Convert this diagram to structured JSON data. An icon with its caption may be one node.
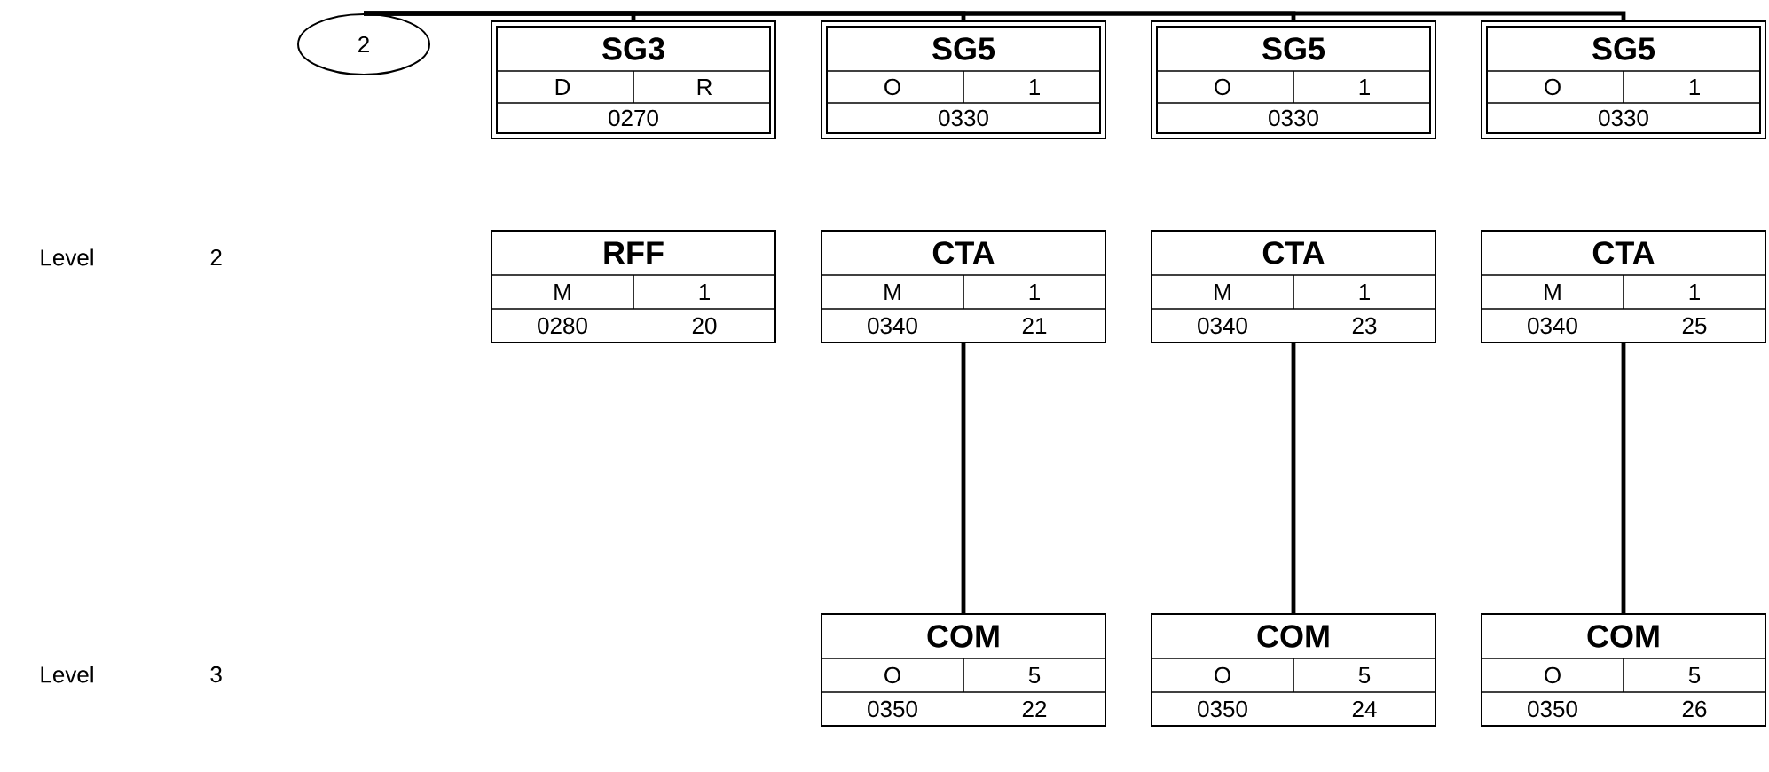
{
  "diagram": {
    "nodes": [
      {
        "text": [
          "2"
        ]
      },
      {
        "text": [
          "SG3",
          "D",
          "R",
          "0270"
        ]
      },
      {
        "text": [
          "SG5",
          "O",
          "1",
          "0330"
        ]
      },
      {
        "text": [
          "SG5",
          "O",
          "1",
          "0330"
        ]
      },
      {
        "text": [
          "SG5",
          "O",
          "1",
          "0330"
        ]
      },
      {
        "text": [
          "RFF",
          "M",
          "1",
          "0280",
          "20"
        ]
      },
      {
        "text": [
          "CTA",
          "M",
          "1",
          "0340",
          "21"
        ]
      },
      {
        "text": [
          "CTA",
          "M",
          "1",
          "0340",
          "23"
        ]
      },
      {
        "text": [
          "CTA",
          "M",
          "1",
          "0340",
          "25"
        ]
      },
      {
        "text": [
          "COM",
          "O",
          "5",
          "0350",
          "22"
        ]
      },
      {
        "text": [
          "COM",
          "O",
          "5",
          "0350",
          "24"
        ]
      },
      {
        "text": [
          "COM",
          "O",
          "5",
          "0350",
          "26"
        ]
      }
    ],
    "edges": [
      {
        "from": 0,
        "to": 1,
        "arrow": "none"
      },
      {
        "from": 0,
        "to": 2,
        "arrow": "none"
      },
      {
        "from": 0,
        "to": 3,
        "arrow": "none"
      },
      {
        "from": 0,
        "to": 4,
        "arrow": "none"
      },
      {
        "from": 6,
        "to": 9,
        "arrow": "none"
      },
      {
        "from": 7,
        "to": 10,
        "arrow": "none"
      },
      {
        "from": 8,
        "to": 11,
        "arrow": "none"
      }
    ],
    "labels": [
      "Level",
      "2",
      "Level",
      "3"
    ]
  }
}
